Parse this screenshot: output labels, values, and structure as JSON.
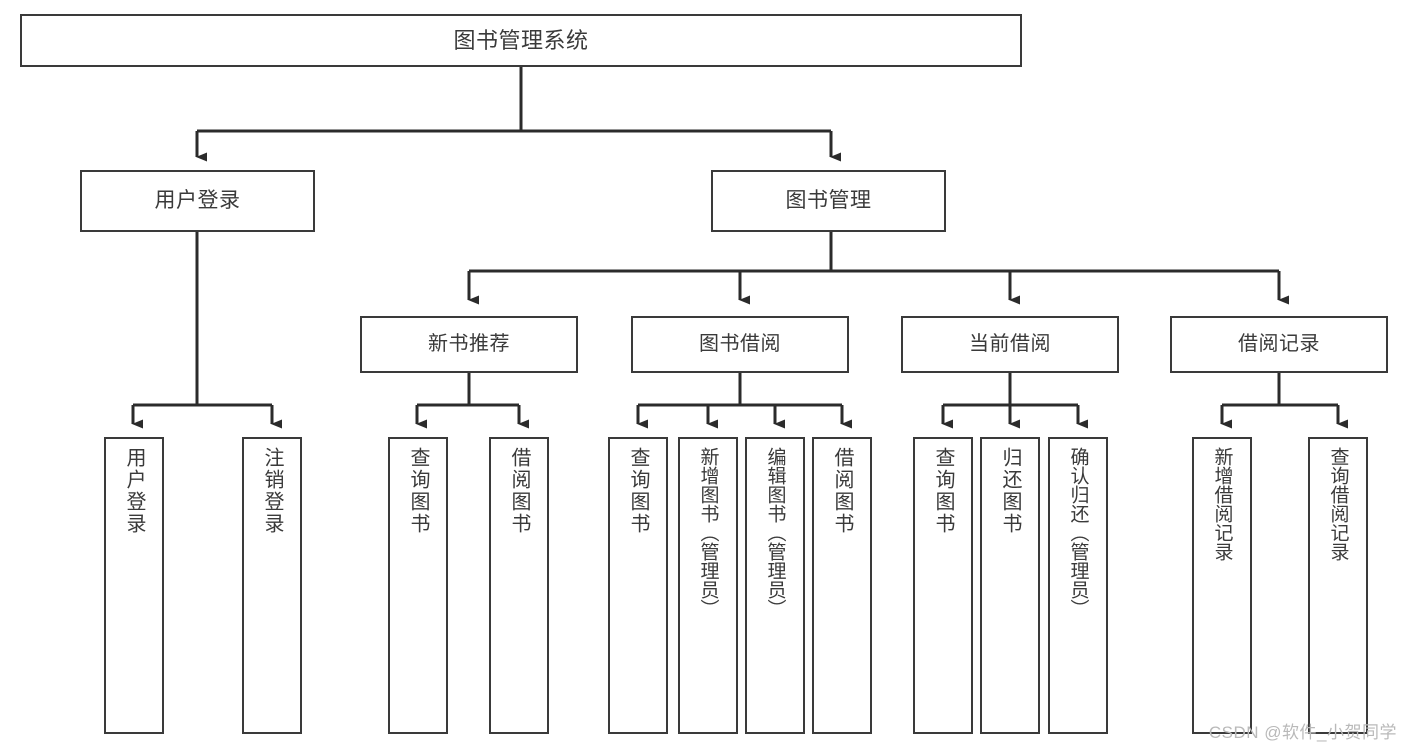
{
  "diagram": {
    "title": "图书管理系统",
    "type": "tree-hierarchy",
    "watermark": "CSDN @软件_小贺同学",
    "colors": {
      "background": "#ffffff",
      "box_border": "#3a3a3a",
      "box_fill": "#ffffff",
      "edge": "#2b2b2b",
      "text": "#3a3a3a",
      "watermark": "#b9b9b9"
    },
    "root": {
      "label": "图书管理系统"
    },
    "level2": [
      {
        "label": "用户登录"
      },
      {
        "label": "图书管理"
      }
    ],
    "level3": [
      {
        "label": "新书推荐"
      },
      {
        "label": "图书借阅"
      },
      {
        "label": "当前借阅"
      },
      {
        "label": "借阅记录"
      }
    ],
    "leaves": {
      "user_login": [
        {
          "label": "用户登录"
        },
        {
          "label": "注销登录"
        }
      ],
      "new_book": [
        {
          "label": "查询图书"
        },
        {
          "label": "借阅图书"
        }
      ],
      "book_borrow": [
        {
          "label": "查询图书"
        },
        {
          "label": "新增图书（管理员）"
        },
        {
          "label": "编辑图书（管理员）"
        },
        {
          "label": "借阅图书"
        }
      ],
      "current_borrow": [
        {
          "label": "查询图书"
        },
        {
          "label": "归还图书"
        },
        {
          "label": "确认归还（管理员）"
        }
      ],
      "borrow_record": [
        {
          "label": "新增借阅记录"
        },
        {
          "label": "查询借阅记录"
        }
      ]
    }
  }
}
